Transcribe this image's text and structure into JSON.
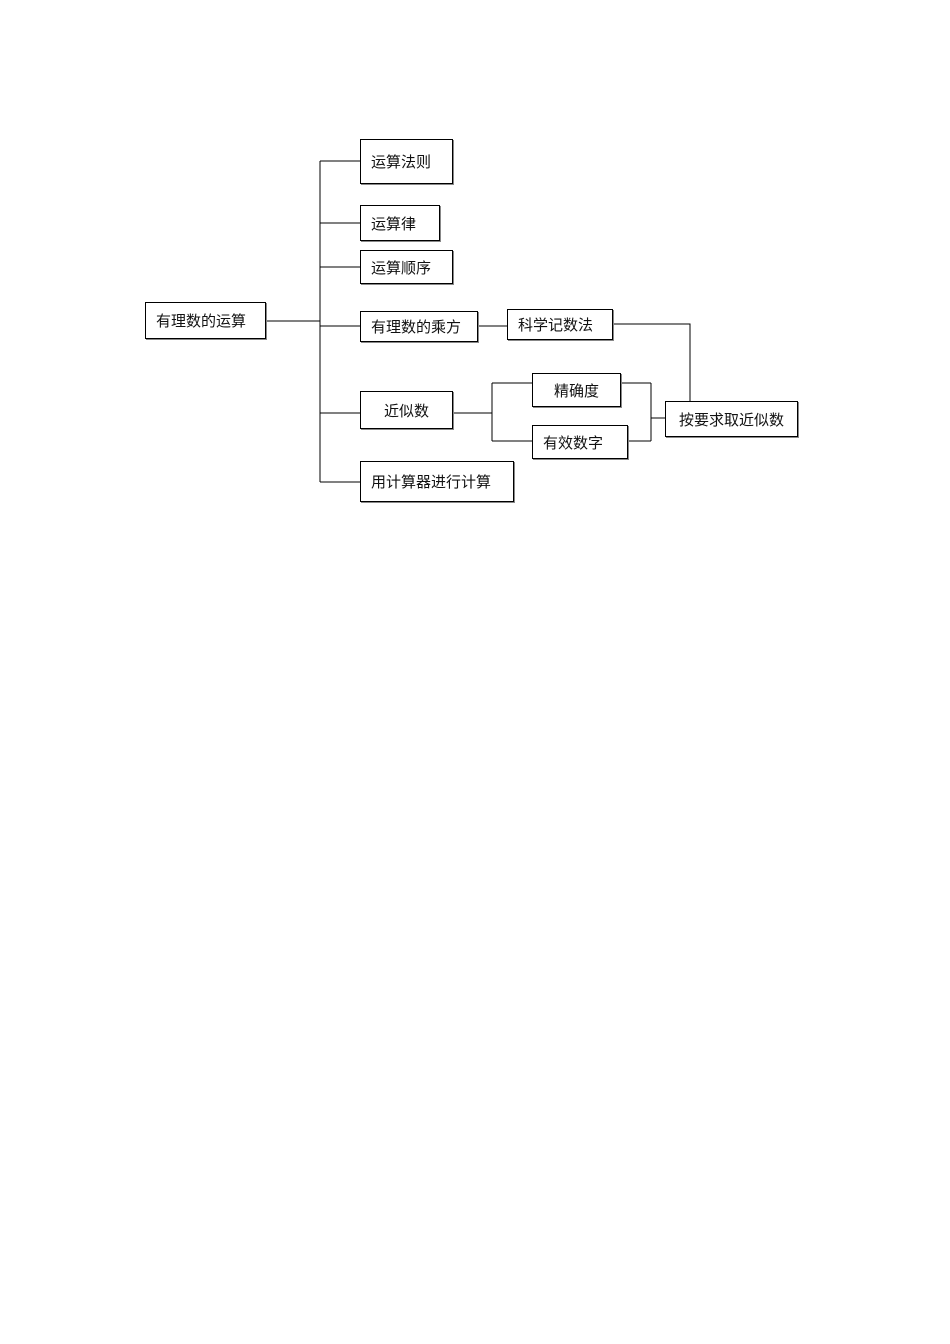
{
  "diagram": {
    "root": "有理数的运算",
    "branches": {
      "rules": "运算法则",
      "laws": "运算律",
      "order": "运算顺序",
      "power": "有理数的乘方",
      "approx": "近似数",
      "calculator": "用计算器进行计算"
    },
    "scientific_notation": "科学记数法",
    "accuracy": "精确度",
    "significant_figures": "有效数字",
    "approximate_as_required": "按要求取近似数"
  }
}
